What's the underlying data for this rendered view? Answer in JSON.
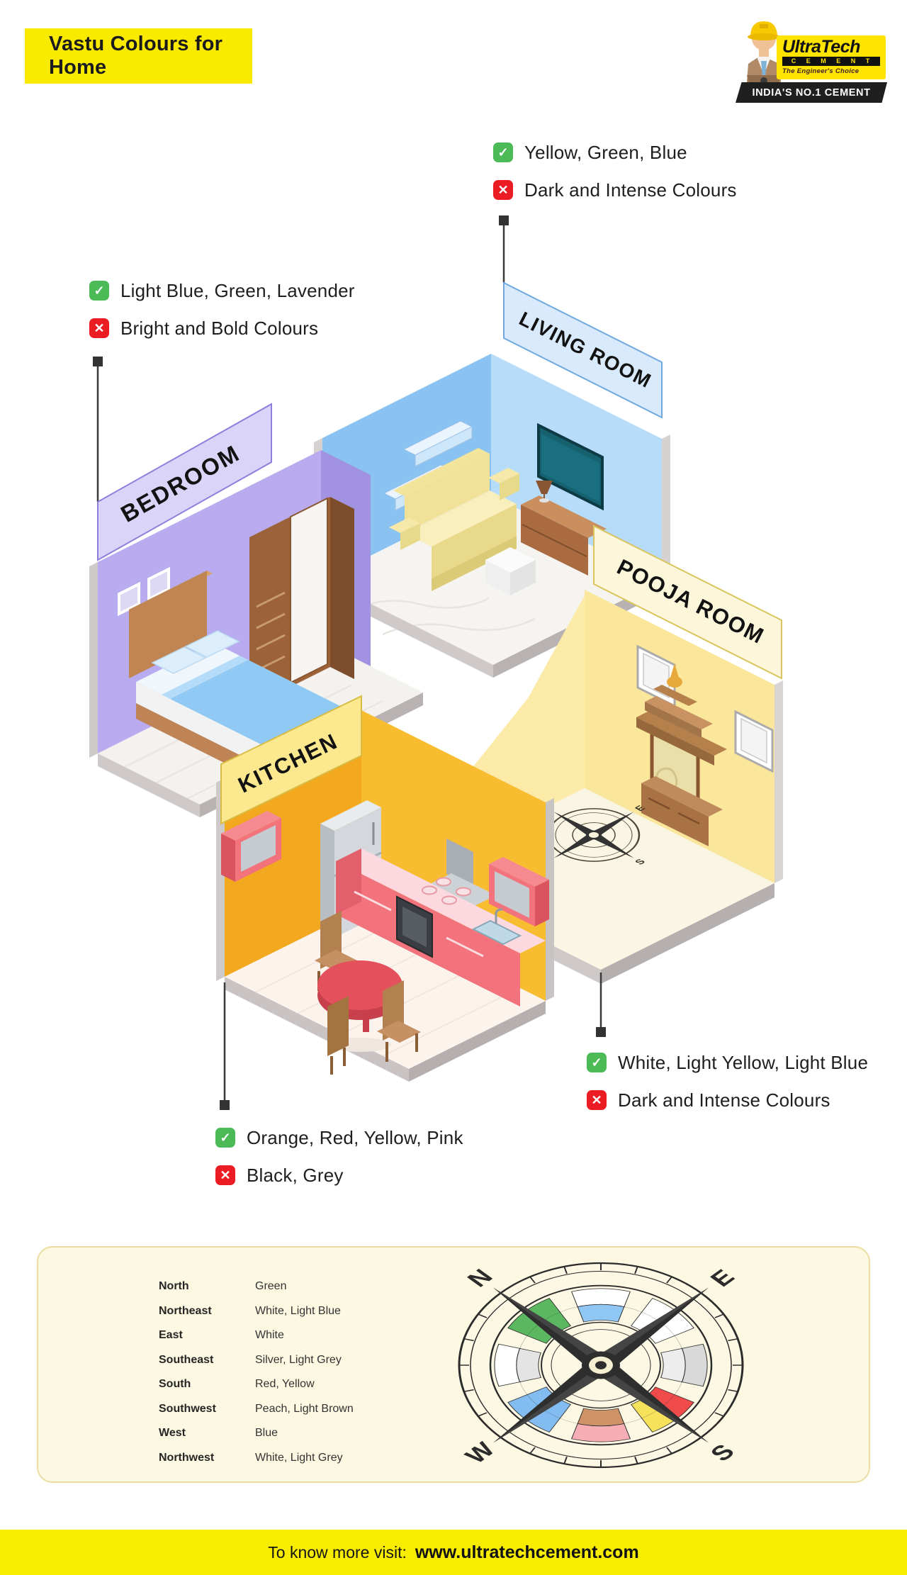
{
  "title": "Vastu Colours for Home",
  "logo": {
    "brand": "UltraTech",
    "cement": "C E M E N T",
    "tagline": "The Engineer's Choice",
    "banner": "INDIA'S NO.1 CEMENT"
  },
  "rooms": {
    "bedroom": "BEDROOM",
    "living_room": "LIVING ROOM",
    "kitchen": "KITCHEN",
    "pooja_room": "POOJA ROOM"
  },
  "callouts": {
    "living_room": {
      "allowed": "Yellow, Green, Blue",
      "avoid": "Dark and Intense Colours"
    },
    "bedroom": {
      "allowed": "Light Blue, Green, Lavender",
      "avoid": "Bright and Bold Colours"
    },
    "pooja_room": {
      "allowed": "White, Light Yellow, Light Blue",
      "avoid": "Dark and Intense Colours"
    },
    "kitchen": {
      "allowed": "Orange, Red, Yellow, Pink",
      "avoid": "Black, Grey"
    }
  },
  "icons": {
    "check": "✓",
    "cross": "✕"
  },
  "compass": {
    "n": "N",
    "e": "E",
    "s": "S",
    "w": "W"
  },
  "vastu_table": {
    "rows": [
      {
        "direction": "North",
        "colours": "Green"
      },
      {
        "direction": "Northeast",
        "colours": "White, Light Blue"
      },
      {
        "direction": "East",
        "colours": "White"
      },
      {
        "direction": "Southeast",
        "colours": "Silver, Light Grey"
      },
      {
        "direction": "South",
        "colours": "Red, Yellow"
      },
      {
        "direction": "Southwest",
        "colours": "Peach, Light Brown"
      },
      {
        "direction": "West",
        "colours": "Blue"
      },
      {
        "direction": "Northwest",
        "colours": "White, Light Grey"
      }
    ]
  },
  "footer": {
    "prefix": "To know more visit:",
    "url": "www.ultratechcement.com"
  },
  "colors": {
    "brand_yellow": "#F9EA00",
    "check_green": "#4CBB57",
    "cross_red": "#EC1C24",
    "bedroom_wall": "#B9ABEF",
    "living_wall": "#8AC3F1",
    "kitchen_wall": "#F2A81F",
    "pooja_wall": "#FAE79B",
    "panel_bg": "#FCF8E2"
  }
}
